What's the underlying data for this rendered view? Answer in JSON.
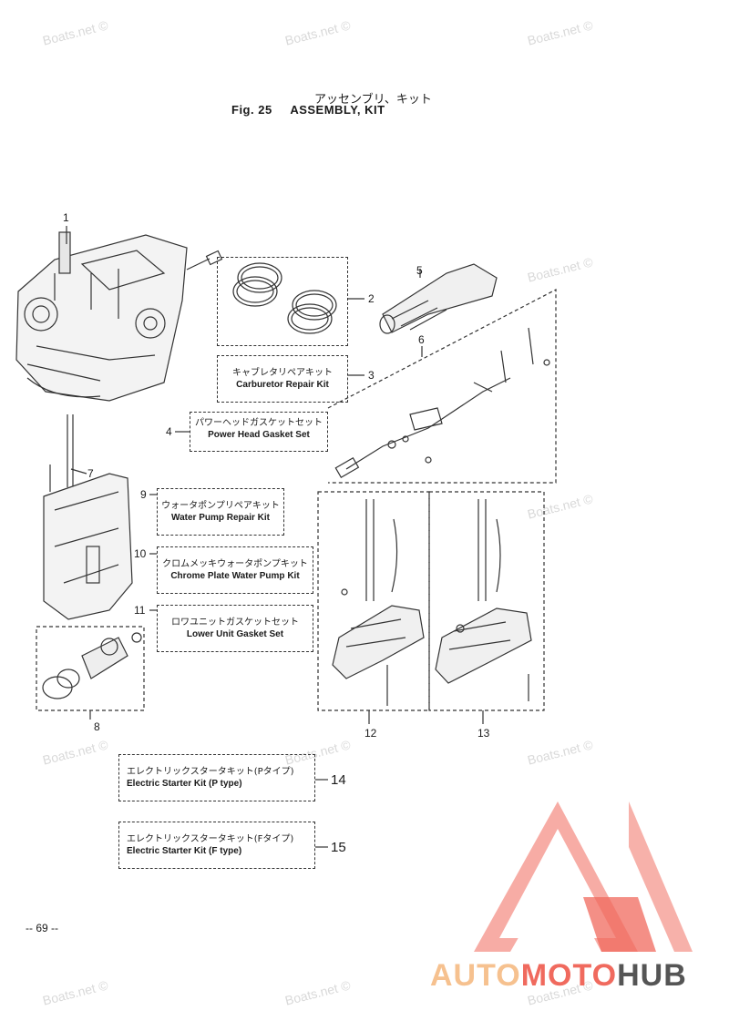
{
  "watermark": "Boats.net ©",
  "title": {
    "jp": "アッセンブリ、キット",
    "fig": "Fig. 25",
    "en": "ASSEMBLY, KIT"
  },
  "callouts": {
    "n1": "1",
    "n2": "2",
    "n3": "3",
    "n4": "4",
    "n5": "5",
    "n6": "6",
    "n7": "7",
    "n8": "8",
    "n9": "9",
    "n10": "10",
    "n11": "11",
    "n12": "12",
    "n13": "13",
    "n14": "14",
    "n15": "15"
  },
  "kits": {
    "carburetor": {
      "jp": "キャブレタリペアキット",
      "en": "Carburetor Repair Kit"
    },
    "powerhead": {
      "jp": "パワーヘッドガスケットセット",
      "en": "Power Head Gasket Set"
    },
    "waterpump": {
      "jp": "ウォータポンプリペアキット",
      "en": "Water Pump Repair Kit"
    },
    "chrome": {
      "jp": "クロムメッキウォータポンプキット",
      "en": "Chrome Plate Water Pump Kit"
    },
    "lowerunit": {
      "jp": "ロワユニットガスケットセット",
      "en": "Lower Unit Gasket Set"
    },
    "starter_p": {
      "jp": "エレクトリックスタータキット(Pタイプ)",
      "en": "Electric Starter Kit (P type)"
    },
    "starter_f": {
      "jp": "エレクトリックスタータキット(Fタイプ)",
      "en": "Electric Starter Kit (F type)"
    }
  },
  "page_number": "-- 69 --",
  "logo": {
    "part1": "AUTO",
    "part2": "MOTO",
    "part3": "HUB"
  },
  "colors": {
    "logo_red": "#f06a5e",
    "logo_orange": "#f6c18f",
    "logo_gray": "#555555"
  }
}
